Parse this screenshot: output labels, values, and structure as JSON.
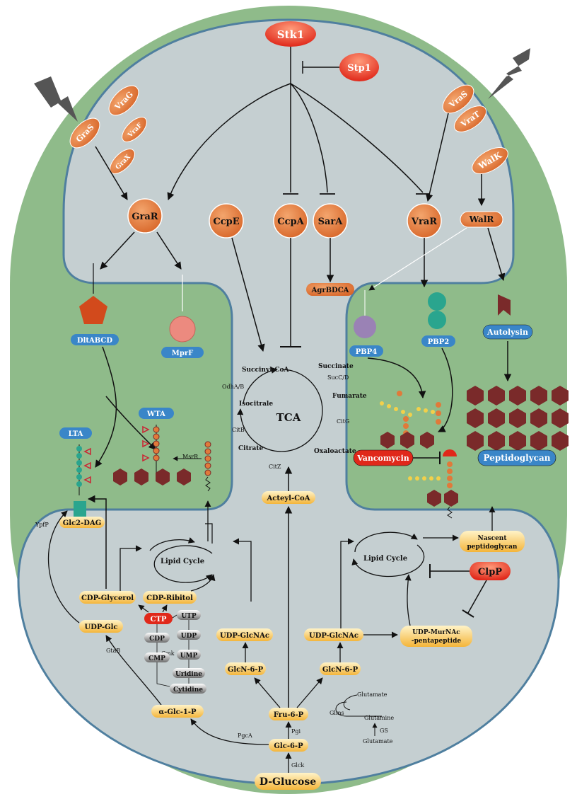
{
  "colors": {
    "outer": "#8fbb8a",
    "inner": "#c5cfd1",
    "orange": "#e07a3a",
    "red": "#e3301e",
    "blue_pill": "#3a86c8",
    "yellow_pill": "#f6c24e",
    "hexagon": "#7a2a2a",
    "teal": "#2aa58e",
    "purple": "#9a82b5",
    "pink": "#ec8a7f",
    "gray_pill": "#8a8a8a"
  },
  "membrane_proteins": {
    "stk1": "Stk1",
    "stp1": "Stp1",
    "vrag": "VraG",
    "vraf": "VraF",
    "gras": "GraS",
    "grax": "GraX",
    "vras": "VraS",
    "vrat": "VraT",
    "walk": "WalK"
  },
  "regulators": {
    "grar": "GraR",
    "ccpe": "CcpE",
    "ccpa": "CcpA",
    "sara": "SarA",
    "vrar": "VraR",
    "walr": "WalR"
  },
  "cell_wall_labels": {
    "agrbdca": "AgrBDCA",
    "dltabcd": "DltABCD",
    "mprf": "MprF",
    "wta": "WTA",
    "lta": "LTA",
    "msrr": "MsrR",
    "pbp4": "PBP4",
    "pbp2": "PBP2",
    "autolysin": "Autolysin",
    "peptidoglycan": "Peptidoglycan",
    "vancomycin": "Vancomycin",
    "ypfp": "YpfP",
    "glc2dag": "Glc2-DAG"
  },
  "tca": {
    "title": "TCA",
    "succinate": "Succinate",
    "succinyl_coa": "Succinyl-CoA",
    "succ_d": "SucC/D",
    "odha": "OdhA/B",
    "fumarate": "Fumarate",
    "isocitrate": "Isocitrale",
    "citg": "CitG",
    "citb": "CitB",
    "citrate": "Citrate",
    "oxaloacetate": "Oxaloactate",
    "citz": "CitZ",
    "acetyl_coa": "Acteyl-CoA"
  },
  "metabolism": {
    "lipid_cycle_left": "Lipid Cycle",
    "lipid_cycle_right": "Lipid Cycle",
    "nascent_pg": "Nascent peptidoglycan",
    "clpp": "ClpP",
    "udp_murnac": "UDP-MurNAc -pentapeptide",
    "cdp_glycerol": "CDP-Glycerol",
    "cdp_ribitol": "CDP-Ribitol",
    "udp_glc": "UDP-Glc",
    "ctp": "CTP",
    "utp": "UTP",
    "udp": "UDP",
    "cdp": "CDP",
    "ump": "UMP",
    "cmk": "Cmk",
    "cmp": "CMP",
    "uridine": "Uridine",
    "cytidine": "Cytidine",
    "gtab": "GtaB",
    "udp_glcnac_left": "UDP-GlcNAc",
    "udp_glcnac_right": "UDP-GlcNAc",
    "glcn6p_left": "GlcN-6-P",
    "glcn6p_right": "GlcN-6-P",
    "alpha_glc1p": "α-Glc-1-P",
    "fru6p": "Fru-6-P",
    "glc6p": "Glc-6-P",
    "pgca": "PgcA",
    "pgi": "Pgi",
    "glms": "Glms",
    "glutamate_top": "Glutamate",
    "glutamine": "Glutamine",
    "gs": "GS",
    "glutamate_bottom": "Glutamate",
    "glck": "Glck",
    "d_glucose": "D-Glucose"
  }
}
